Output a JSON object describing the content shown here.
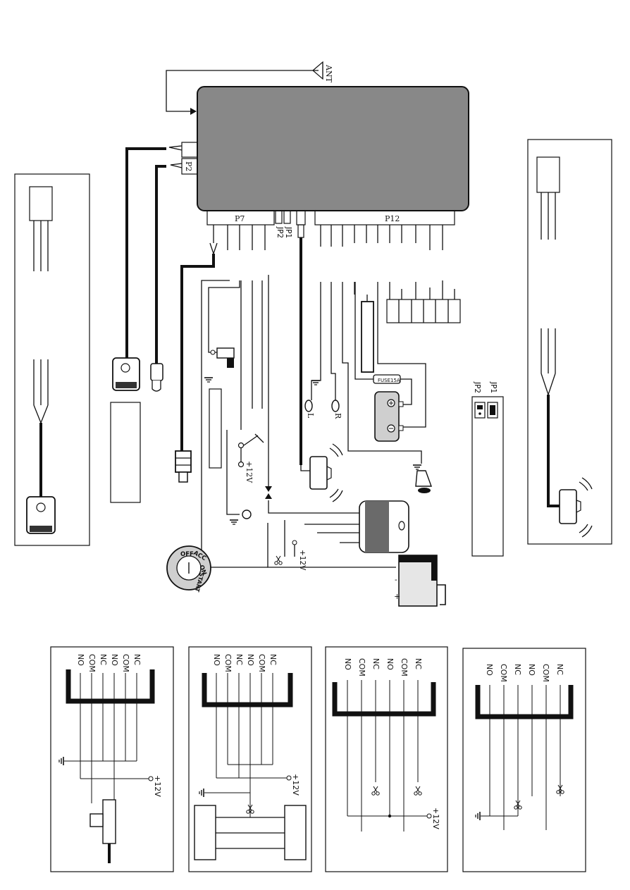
{
  "labels": {
    "antenna": "ANT",
    "p2": "P2",
    "p7": "P7",
    "jp2": "JP2",
    "jp1": "JP1",
    "p12": "P12",
    "fuse": "FUSE15A",
    "speaker_left": "L",
    "speaker_right": "R",
    "plus_12v": "+12V",
    "minus_sign": "-",
    "plus_sign": "+",
    "jumper_jp2": "JP2",
    "jumper_jp1": "JP1"
  },
  "ignition": {
    "off": "OFF",
    "acc": "ACC",
    "on": "ON",
    "start": "START"
  },
  "relay_panels": [
    {
      "contacts": [
        "NO",
        "COM",
        "NC",
        "NO",
        "COM",
        "NC"
      ],
      "supply": "+12V"
    },
    {
      "contacts": [
        "NO",
        "COM",
        "NC",
        "NO",
        "COM",
        "NC"
      ],
      "supply": "+12V"
    },
    {
      "contacts": [
        "NO",
        "COM",
        "NC",
        "NO",
        "COM",
        "NC"
      ],
      "supply": "+12V"
    },
    {
      "contacts": [
        "NO",
        "COM",
        "NC",
        "NO",
        "COM",
        "NC"
      ]
    }
  ]
}
